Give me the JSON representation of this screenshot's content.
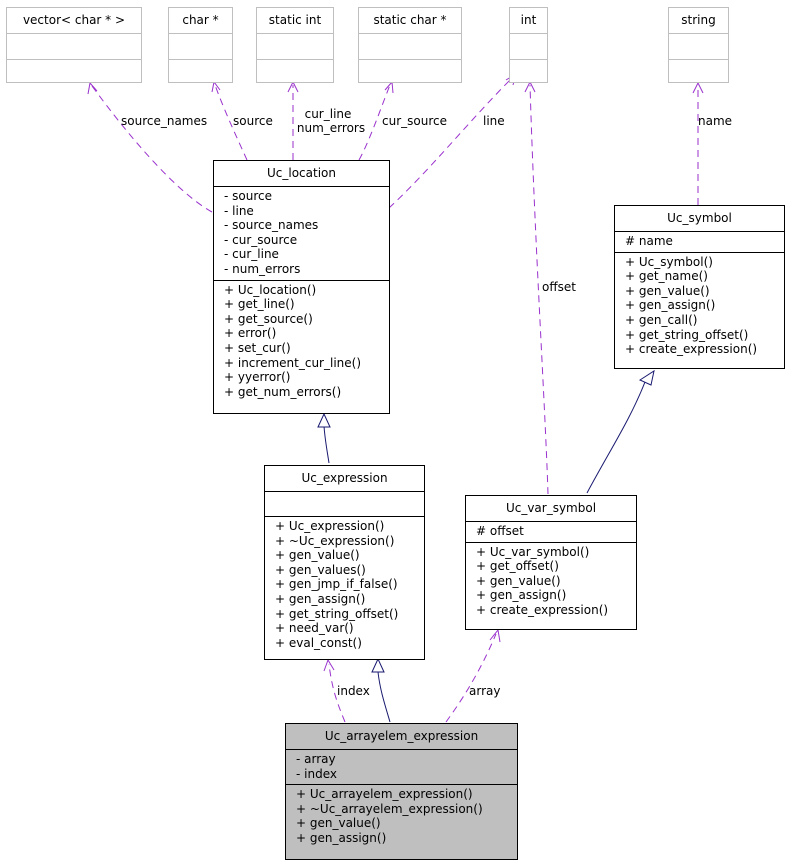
{
  "external_types": {
    "vector_char": "vector< char * >",
    "char_ptr": "char *",
    "static_int": "static int",
    "static_char_ptr": "static char *",
    "int_type": "int",
    "string_type": "string"
  },
  "classes": {
    "uc_location": {
      "name": "Uc_location",
      "attributes": [
        "- source",
        "- line",
        "- source_names",
        "- cur_source",
        "- cur_line",
        "- num_errors"
      ],
      "methods": [
        "+ Uc_location()",
        "+ get_line()",
        "+ get_source()",
        "+ error()",
        "+ set_cur()",
        "+ increment_cur_line()",
        "+ yyerror()",
        "+ get_num_errors()"
      ]
    },
    "uc_symbol": {
      "name": "Uc_symbol",
      "attributes": [
        "# name"
      ],
      "methods": [
        "+ Uc_symbol()",
        "+ get_name()",
        "+ gen_value()",
        "+ gen_assign()",
        "+ gen_call()",
        "+ get_string_offset()",
        "+ create_expression()"
      ]
    },
    "uc_expression": {
      "name": "Uc_expression",
      "attributes": [],
      "methods": [
        "+ Uc_expression()",
        "+ ~Uc_expression()",
        "+ gen_value()",
        "+ gen_values()",
        "+ gen_jmp_if_false()",
        "+ gen_assign()",
        "+ get_string_offset()",
        "+ need_var()",
        "+ eval_const()"
      ]
    },
    "uc_var_symbol": {
      "name": "Uc_var_symbol",
      "attributes": [
        "# offset"
      ],
      "methods": [
        "+ Uc_var_symbol()",
        "+ get_offset()",
        "+ gen_value()",
        "+ gen_assign()",
        "+ create_expression()"
      ]
    },
    "uc_arrayelem_expression": {
      "name": "Uc_arrayelem_expression",
      "attributes": [
        "- array",
        "- index"
      ],
      "methods": [
        "+ Uc_arrayelem_expression()",
        "+ ~Uc_arrayelem_expression()",
        "+ gen_value()",
        "+ gen_assign()"
      ]
    }
  },
  "edge_labels": {
    "source_names": "source_names",
    "source": "source",
    "cur_line": "cur_line",
    "num_errors": "num_errors",
    "cur_source": "cur_source",
    "line": "line",
    "name": "name",
    "offset": "offset",
    "index": "index",
    "array": "array"
  },
  "colors": {
    "usage_edge": "#9a32cd",
    "inheritance_edge": "#191970",
    "highlight_fill": "#bfbfbf",
    "external_border": "#bfbfbf"
  }
}
